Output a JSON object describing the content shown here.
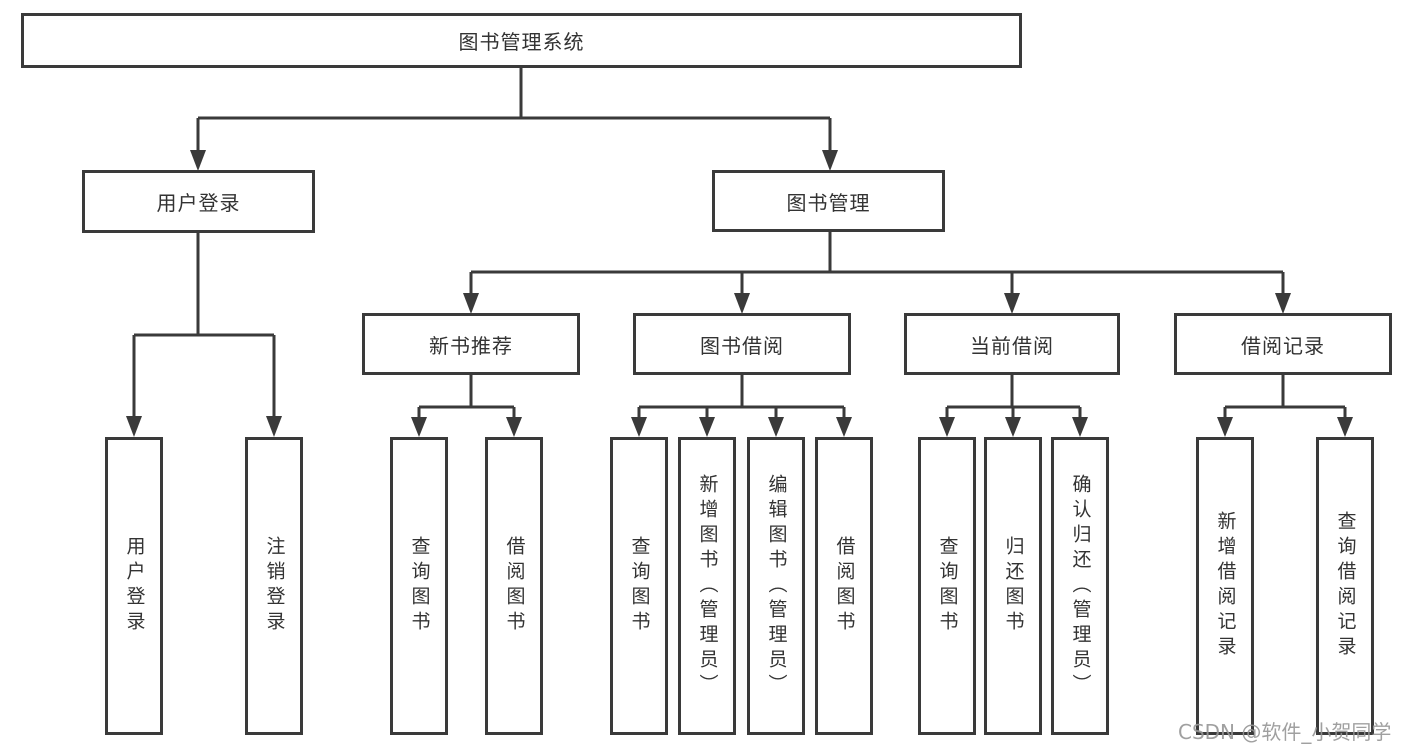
{
  "tree": {
    "root": "图书管理系统",
    "children": [
      {
        "label": "用户登录",
        "children": [
          "用户登录",
          "注销登录"
        ]
      },
      {
        "label": "图书管理",
        "children": [
          {
            "label": "新书推荐",
            "children": [
              "查询图书",
              "借阅图书"
            ]
          },
          {
            "label": "图书借阅",
            "children": [
              "查询图书",
              "新增图书（管理员）",
              "编辑图书（管理员）",
              "借阅图书"
            ]
          },
          {
            "label": "当前借阅",
            "children": [
              "查询图书",
              "归还图书",
              "确认归还（管理员）"
            ]
          },
          {
            "label": "借阅记录",
            "children": [
              "新增借阅记录",
              "查询借阅记录"
            ]
          }
        ]
      }
    ]
  },
  "watermark": {
    "text": "CSDN @软件_小贺同学"
  },
  "colors": {
    "line": "#3a3a3a",
    "text": "#333333",
    "watermark": "#969696",
    "background": "#ffffff"
  }
}
